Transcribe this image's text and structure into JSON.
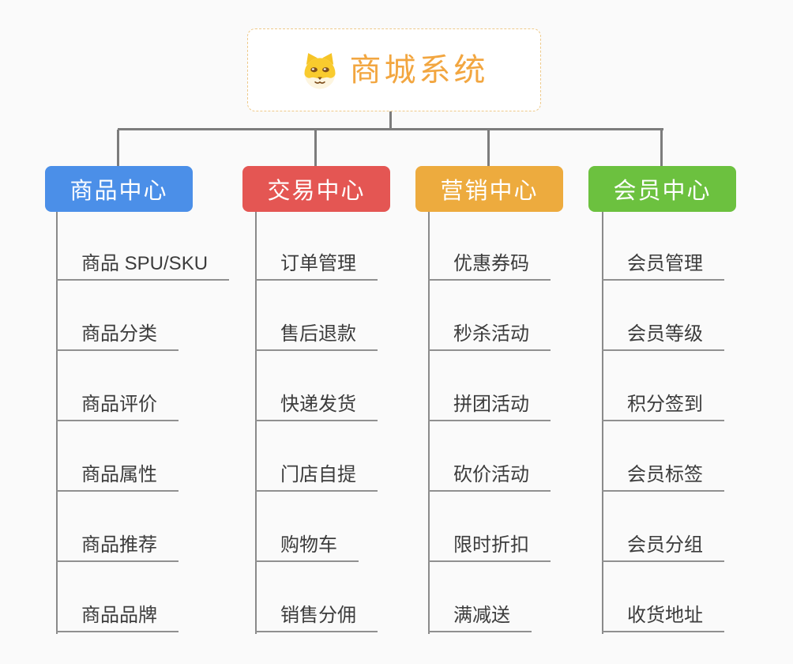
{
  "root": {
    "title": "商城系统",
    "icon": "dog-face-icon"
  },
  "branches": [
    {
      "id": "product-center",
      "label": "商品中心",
      "color": "#4b8fe8",
      "items": [
        "商品 SPU/SKU",
        "商品分类",
        "商品评价",
        "商品属性",
        "商品推荐",
        "商品品牌"
      ]
    },
    {
      "id": "trade-center",
      "label": "交易中心",
      "color": "#e45653",
      "items": [
        "订单管理",
        "售后退款",
        "快递发货",
        "门店自提",
        "购物车",
        "销售分佣"
      ]
    },
    {
      "id": "marketing-center",
      "label": "营销中心",
      "color": "#edab3e",
      "items": [
        "优惠券码",
        "秒杀活动",
        "拼团活动",
        "砍价活动",
        "限时折扣",
        "满减送"
      ]
    },
    {
      "id": "member-center",
      "label": "会员中心",
      "color": "#6cc13f",
      "items": [
        "会员管理",
        "会员等级",
        "积分签到",
        "会员标签",
        "会员分组",
        "收货地址"
      ]
    }
  ],
  "style": {
    "background": "#fafafa",
    "root_text_color": "#f2a640",
    "root_border_color": "#eec98a",
    "connector_color": "#7c7c7c",
    "leaf_line_color": "#909090",
    "leaf_text_color": "#3c3c3c"
  }
}
